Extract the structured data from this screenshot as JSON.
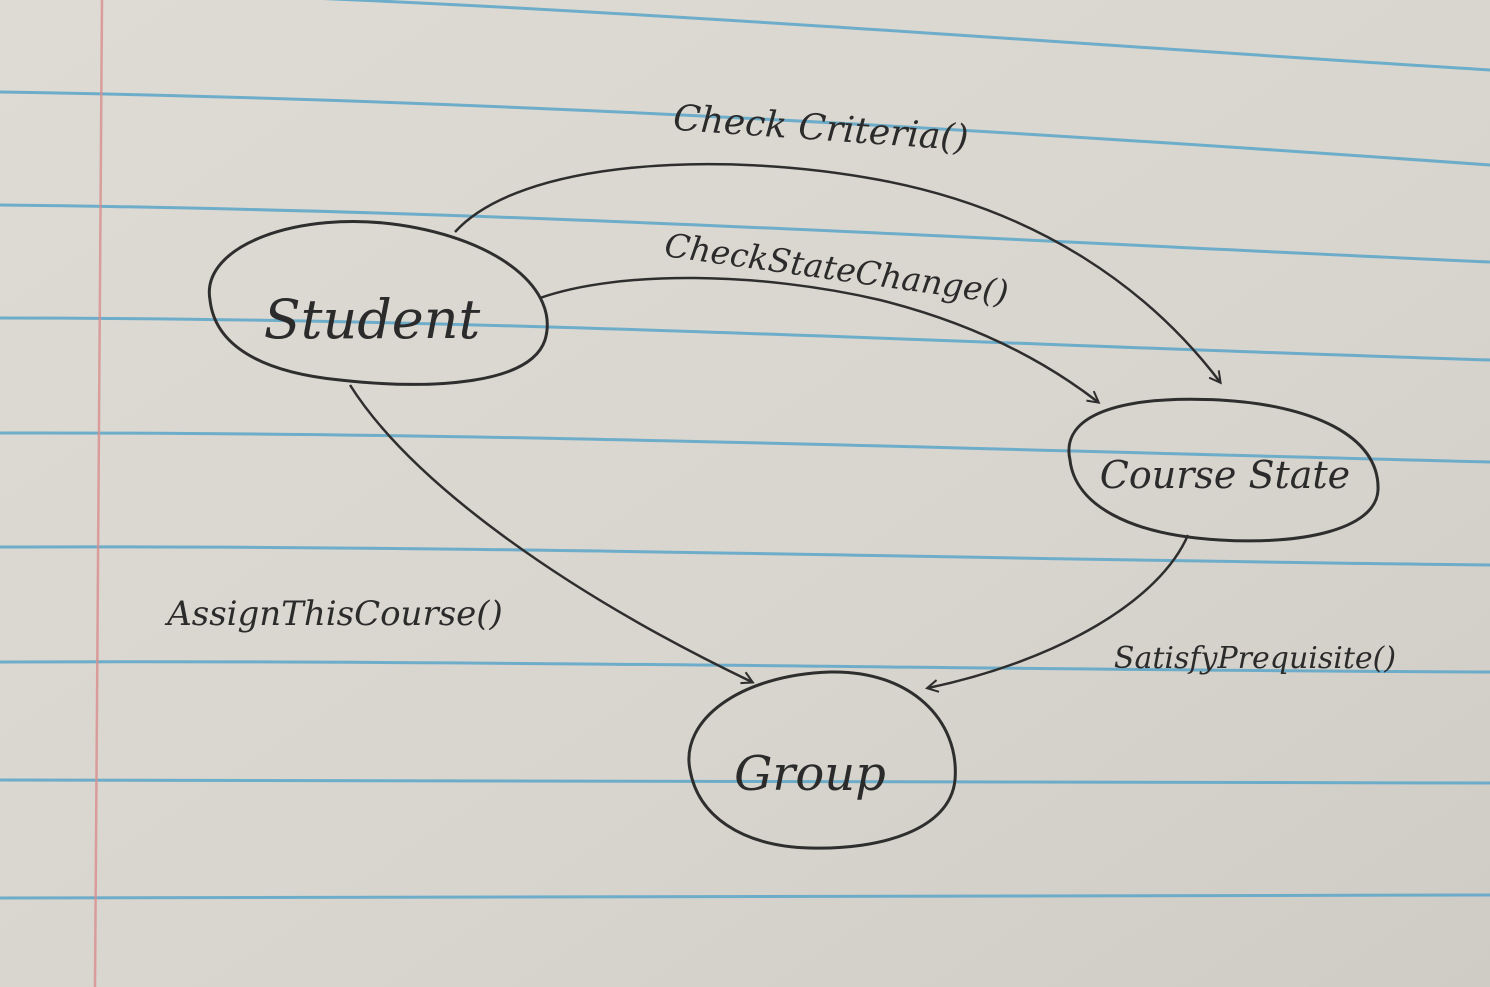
{
  "nodes": {
    "student": "Student",
    "course_state": "Course State",
    "group": "Group"
  },
  "edges": {
    "check_criteria": "Check Criteria()",
    "check_state_change": "CheckStateChange()",
    "assign_this_course": "AssignThisCourse()",
    "satisfy_prequisite": "SatisfyPrequisite()"
  },
  "colors": {
    "paper": "#dcd9d2",
    "rule_line": "#4a9fc4",
    "margin_line": "#d98a8a",
    "ink": "#2e2e2e"
  }
}
